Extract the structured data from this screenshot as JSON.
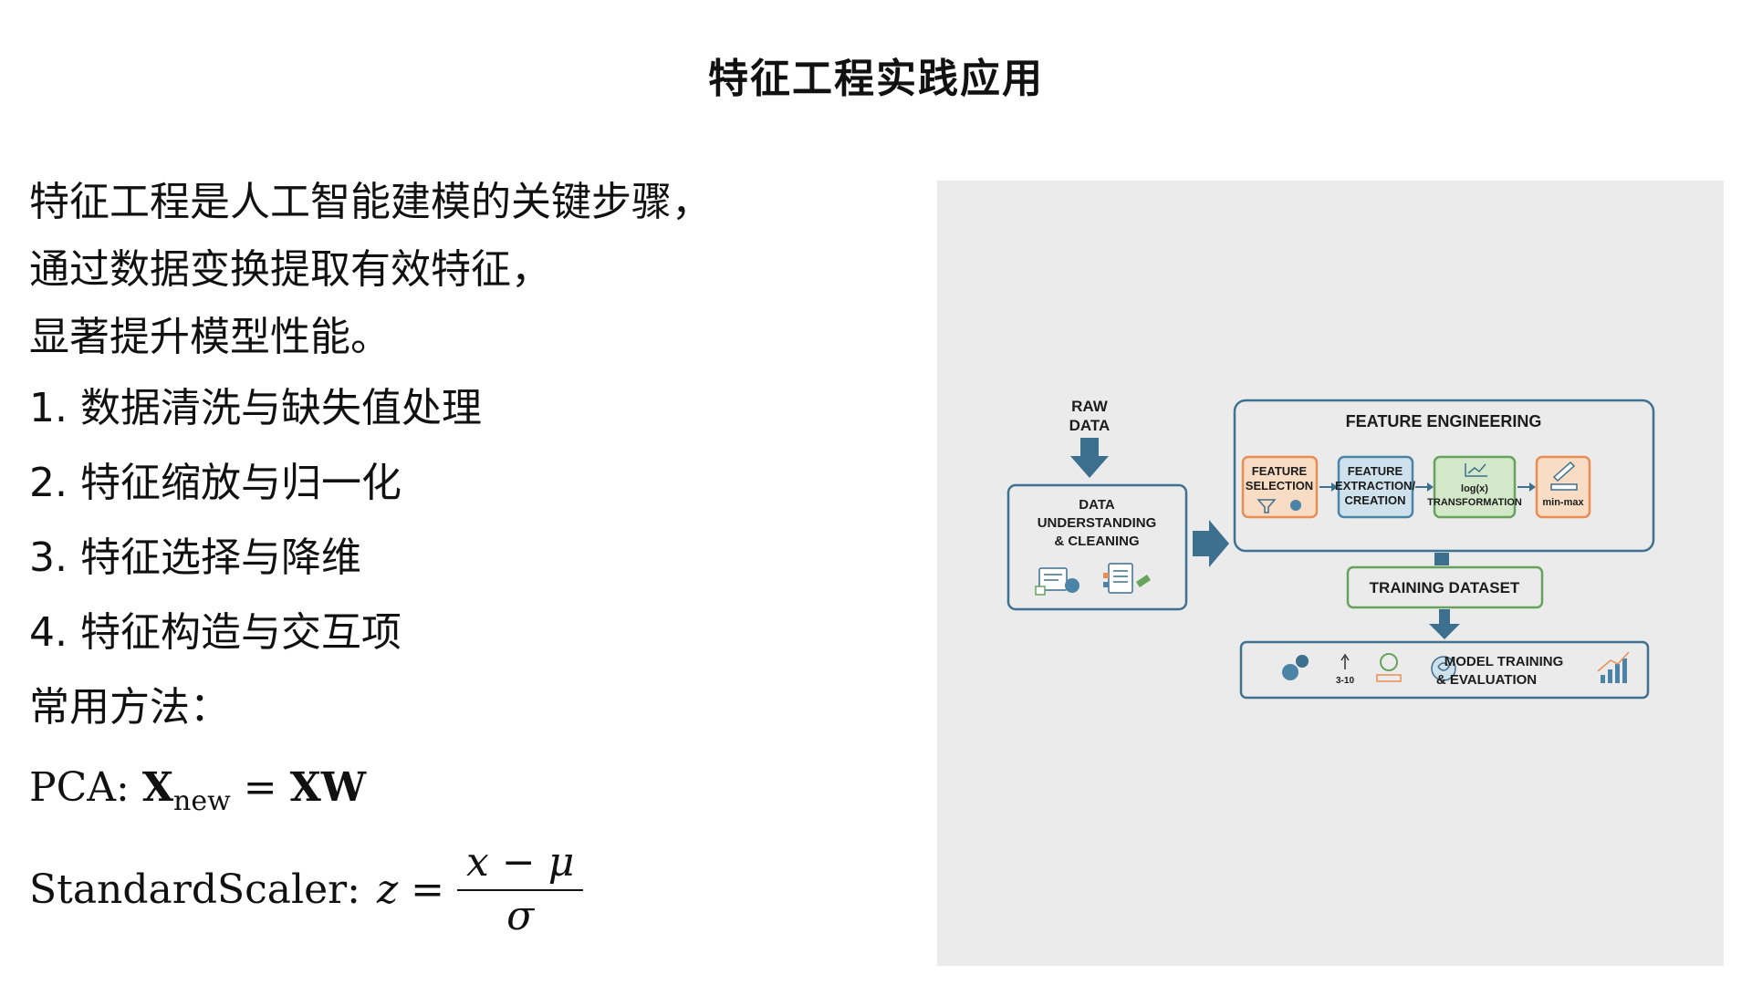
{
  "title": "特征工程实践应用",
  "intro": [
    "特征工程是人工智能建模的关键步骤，",
    "通过数据变换提取有效特征，",
    "显著提升模型性能。"
  ],
  "steps": [
    "1. 数据清洗与缺失值处理",
    "2. 特征缩放与归一化",
    "3. 特征选择与降维",
    "4. 特征构造与交互项"
  ],
  "methods_heading": "常用方法：",
  "formulas": {
    "pca_label": "PCA:",
    "pca_x": "X",
    "pca_sub": "new",
    "pca_eq": "=",
    "pca_rhs": "XW",
    "scaler_label": "StandardScaler:",
    "scaler_z": "z",
    "scaler_eq": "=",
    "scaler_num": "x − μ",
    "scaler_den": "σ"
  },
  "diagram": {
    "raw_data_1": "RAW",
    "raw_data_2": "DATA",
    "cleaning_1": "DATA",
    "cleaning_2": "UNDERSTANDING",
    "cleaning_3": "& CLEANING",
    "fe_title": "FEATURE ENGINEERING",
    "selection_1": "FEATURE",
    "selection_2": "SELECTION",
    "extraction_1": "FEATURE",
    "extraction_2": "EXTRACTION/",
    "extraction_3": "CREATION",
    "transform_1": "log(x)",
    "transform_2": "TRANSFORMATION",
    "minmax": "min-max",
    "training_dataset": "TRAINING DATASET",
    "model_1": "MODEL TRAINING",
    "model_2": "& EVALUATION",
    "small_label": "3-10",
    "colors": {
      "panel_border": "#3f7190",
      "arrow": "#3d6f8e",
      "orange": "#e98e52",
      "orange_fill": "#f8dcc4",
      "blue": "#4b84a6",
      "blue_fill": "#cfe1ec",
      "green": "#67a35c",
      "green_fill": "#d3e8c9",
      "panel_fill": "#ebebeb"
    }
  }
}
